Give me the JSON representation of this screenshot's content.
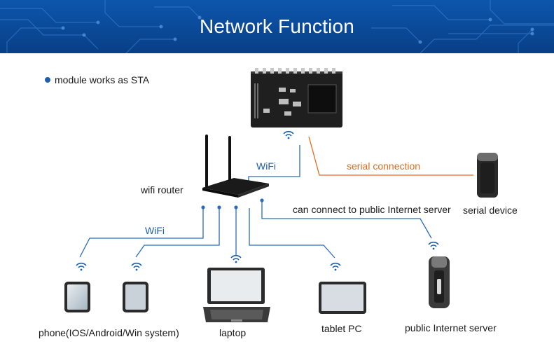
{
  "header": {
    "title": "Network Function"
  },
  "mode_note": "module works as STA",
  "labels": {
    "module_link": "WiFi",
    "router": "wifi router",
    "serial_connection": "serial connection",
    "serial_device": "serial device",
    "internet_link": "can connect to public Internet server",
    "clients_link": "WiFi",
    "phone": "phone(IOS/Android/Win system)",
    "laptop": "laptop",
    "tablet": "tablet PC",
    "server": "public Internet server"
  },
  "colors": {
    "banner": "#0b4a9a",
    "link_blue": "#2b6cb8",
    "serial_orange": "#e26b1f",
    "icon_dark": "#1c1c1c"
  }
}
